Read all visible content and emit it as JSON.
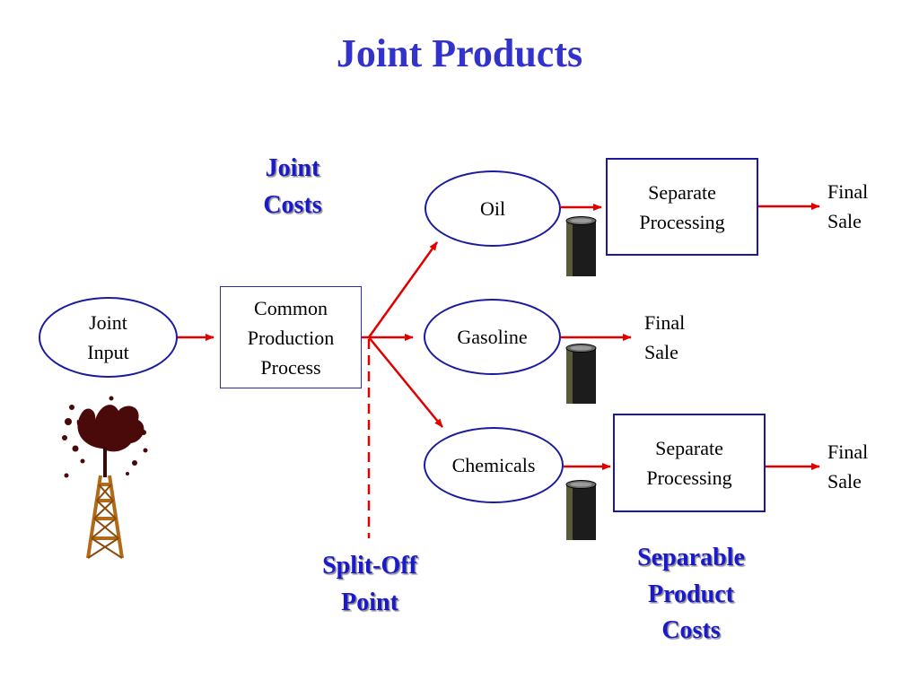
{
  "title": "Joint Products",
  "nodes": {
    "joint_input": [
      "Joint",
      "Input"
    ],
    "common_process": [
      "Common",
      "Production",
      "Process"
    ],
    "oil": "Oil",
    "gasoline": "Gasoline",
    "chemicals": "Chemicals",
    "separate_processing_oil": [
      "Separate",
      "Processing"
    ],
    "separate_processing_chemicals": [
      "Separate",
      "Processing"
    ],
    "final_sale_oil": [
      "Final",
      "Sale"
    ],
    "final_sale_gasoline": [
      "Final",
      "Sale"
    ],
    "final_sale_chemicals": [
      "Final",
      "Sale"
    ]
  },
  "callouts": {
    "joint_costs": [
      "Joint",
      "Costs"
    ],
    "split_off_point": [
      "Split-Off",
      "Point"
    ],
    "separable_costs": [
      "Separable",
      "Product",
      "Costs"
    ]
  },
  "colors": {
    "title": "#3333cc",
    "node_border": "#1a1aa0",
    "arrow": "#e00000",
    "callout": "#1a1acc",
    "barrel": "#1c1c1c",
    "oil_spray": "#4a0a0a",
    "derrick": "#b06a18"
  },
  "icons": [
    "oil-barrel-icon",
    "oil-derrick-icon"
  ]
}
